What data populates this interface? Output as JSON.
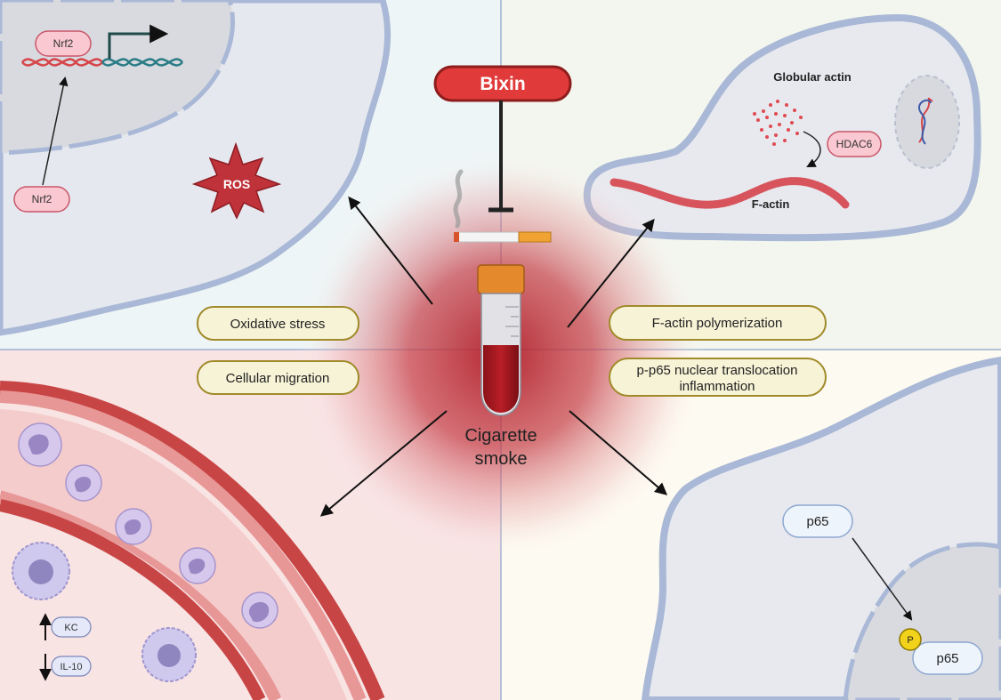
{
  "center": {
    "inhibitor": "Bixin",
    "stimulus_line1": "Cigarette",
    "stimulus_line2": "smoke"
  },
  "effects": {
    "oxidative_stress": "Oxidative stress",
    "cellular_migration": "Cellular migration",
    "factin_polymerization": "F-actin polymerization",
    "p65_line1": "p-p65 nuclear translocation",
    "p65_line2": "inflammation"
  },
  "top_left_panel": {
    "nrf2_nucleus": "Nrf2",
    "nrf2_cytoplasm": "Nrf2",
    "ros": "ROS"
  },
  "top_right_panel": {
    "globular_actin": "Globular actin",
    "hdac6": "HDAC6",
    "f_actin": "F-actin"
  },
  "bottom_left_panel": {
    "kc": "KC",
    "il10": "IL-10"
  },
  "bottom_right_panel": {
    "p65_cytoplasm": "p65",
    "phospho": "P",
    "p65_nucleus": "p65"
  },
  "colors": {
    "bixin_red": "#e03a3a",
    "glow_red": "#b01e2a",
    "pill_fill": "#f7f3d6",
    "pill_border": "#a08a2a",
    "membrane": "#a9b8d6",
    "vessel_red": "#c84545"
  }
}
